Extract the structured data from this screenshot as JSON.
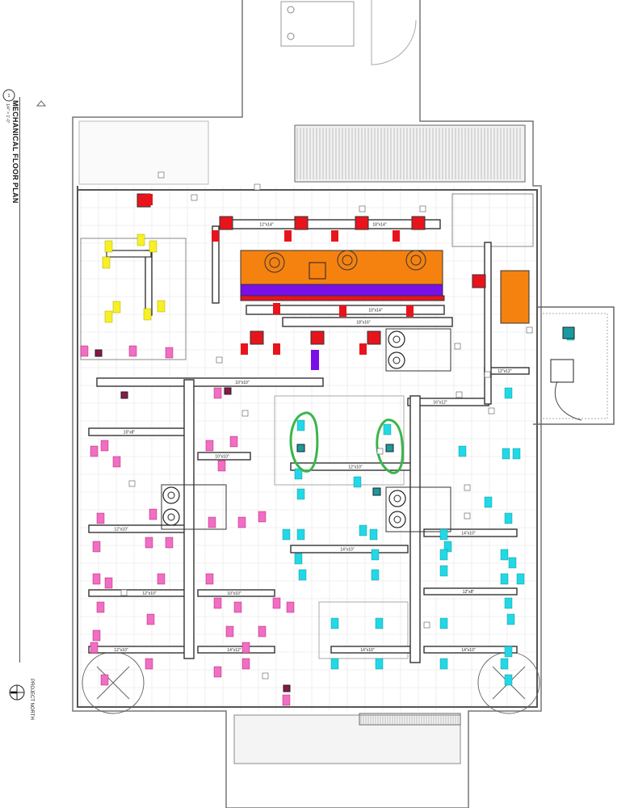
{
  "title": "MECHANICAL FLOOR PLAN",
  "scale": "1/4\" = 1'-0\"",
  "view_number": "1",
  "north_label": "PROJECT NORTH",
  "colors": {
    "supply_equipment": "#e8141c",
    "air_handler": "#f5820f",
    "return_plenum": "#7a0fe8",
    "exhaust_tags": "#f7f026",
    "zone_a_tags": "#f06ec4",
    "zone_b_tags": "#22d8e6",
    "markup_circles": "#3bb54a"
  },
  "ducts": [
    {
      "label": "12\"x14\""
    },
    {
      "label": "18\"x14\""
    },
    {
      "label": "10\"x14\""
    },
    {
      "label": "18\"x16\""
    },
    {
      "label": "10\"x10\""
    },
    {
      "label": "10\"x8\""
    },
    {
      "label": "10\"x10\""
    },
    {
      "label": "12\"x10\""
    },
    {
      "label": "12\"x10\""
    },
    {
      "label": "14\"x10\""
    },
    {
      "label": "14\"x10\""
    },
    {
      "label": "10\"x10\""
    },
    {
      "label": "12\"x10\""
    },
    {
      "label": "12\"x8\""
    },
    {
      "label": "12\"x10\""
    },
    {
      "label": "14\"x12\""
    },
    {
      "label": "14\"x10\""
    },
    {
      "label": "14\"x10\""
    },
    {
      "label": "16\"x12\""
    },
    {
      "label": "12\"x12\""
    }
  ]
}
